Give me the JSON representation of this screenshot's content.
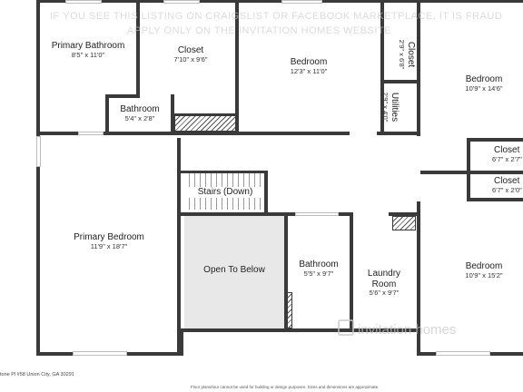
{
  "watermark": {
    "line1": "IF YOU SEE THIS LISTING ON CRAIGSLIST OR FACEBOOK MARKETPLACE, IT IS FRAUD",
    "line2": "APPLY ONLY ON THE INVITATION HOMES WEBSITE"
  },
  "brand": {
    "logo_text": "invitation homes"
  },
  "footer": {
    "address": "tone Pl #58 Union City, GA 30291",
    "disclaimer": "Floor plans/tour cannot be used for building or design purposes. Sizes and dimensions are approximate."
  },
  "rooms": {
    "primary_bathroom": {
      "name": "Primary Bathroom",
      "dims": "8'5\" x 11'0\""
    },
    "closet_top": {
      "name": "Closet",
      "dims": "7'10\" x 9'6\""
    },
    "bedroom_top": {
      "name": "Bedroom",
      "dims": "12'3\" x 11'0\""
    },
    "closet_narrow": {
      "name": "Closet",
      "dims": "2'9\" x 6'8\""
    },
    "utilities": {
      "name": "Utilities",
      "dims": "2'9\" x 4'0\""
    },
    "bedroom_right_top": {
      "name": "Bedroom",
      "dims": "10'9\" x 14'6\""
    },
    "bathroom_small": {
      "name": "Bathroom",
      "dims": "5'4\" x 2'8\""
    },
    "closet_right_a": {
      "name": "Closet",
      "dims": "6'7\" x 2'7\""
    },
    "closet_right_b": {
      "name": "Closet",
      "dims": "6'7\" x 2'0\""
    },
    "stairs": {
      "name": "Stairs (Down)"
    },
    "primary_bedroom": {
      "name": "Primary Bedroom",
      "dims": "11'9\" x 18'7\""
    },
    "open_to_below": {
      "name": "Open To Below"
    },
    "bathroom_center": {
      "name": "Bathroom",
      "dims": "5'5\" x 9'7\""
    },
    "laundry": {
      "name": "Laundry Room",
      "dims": "5'6\" x 9'7\""
    },
    "bedroom_right_bottom": {
      "name": "Bedroom",
      "dims": "10'9\" x 15'2\""
    }
  }
}
